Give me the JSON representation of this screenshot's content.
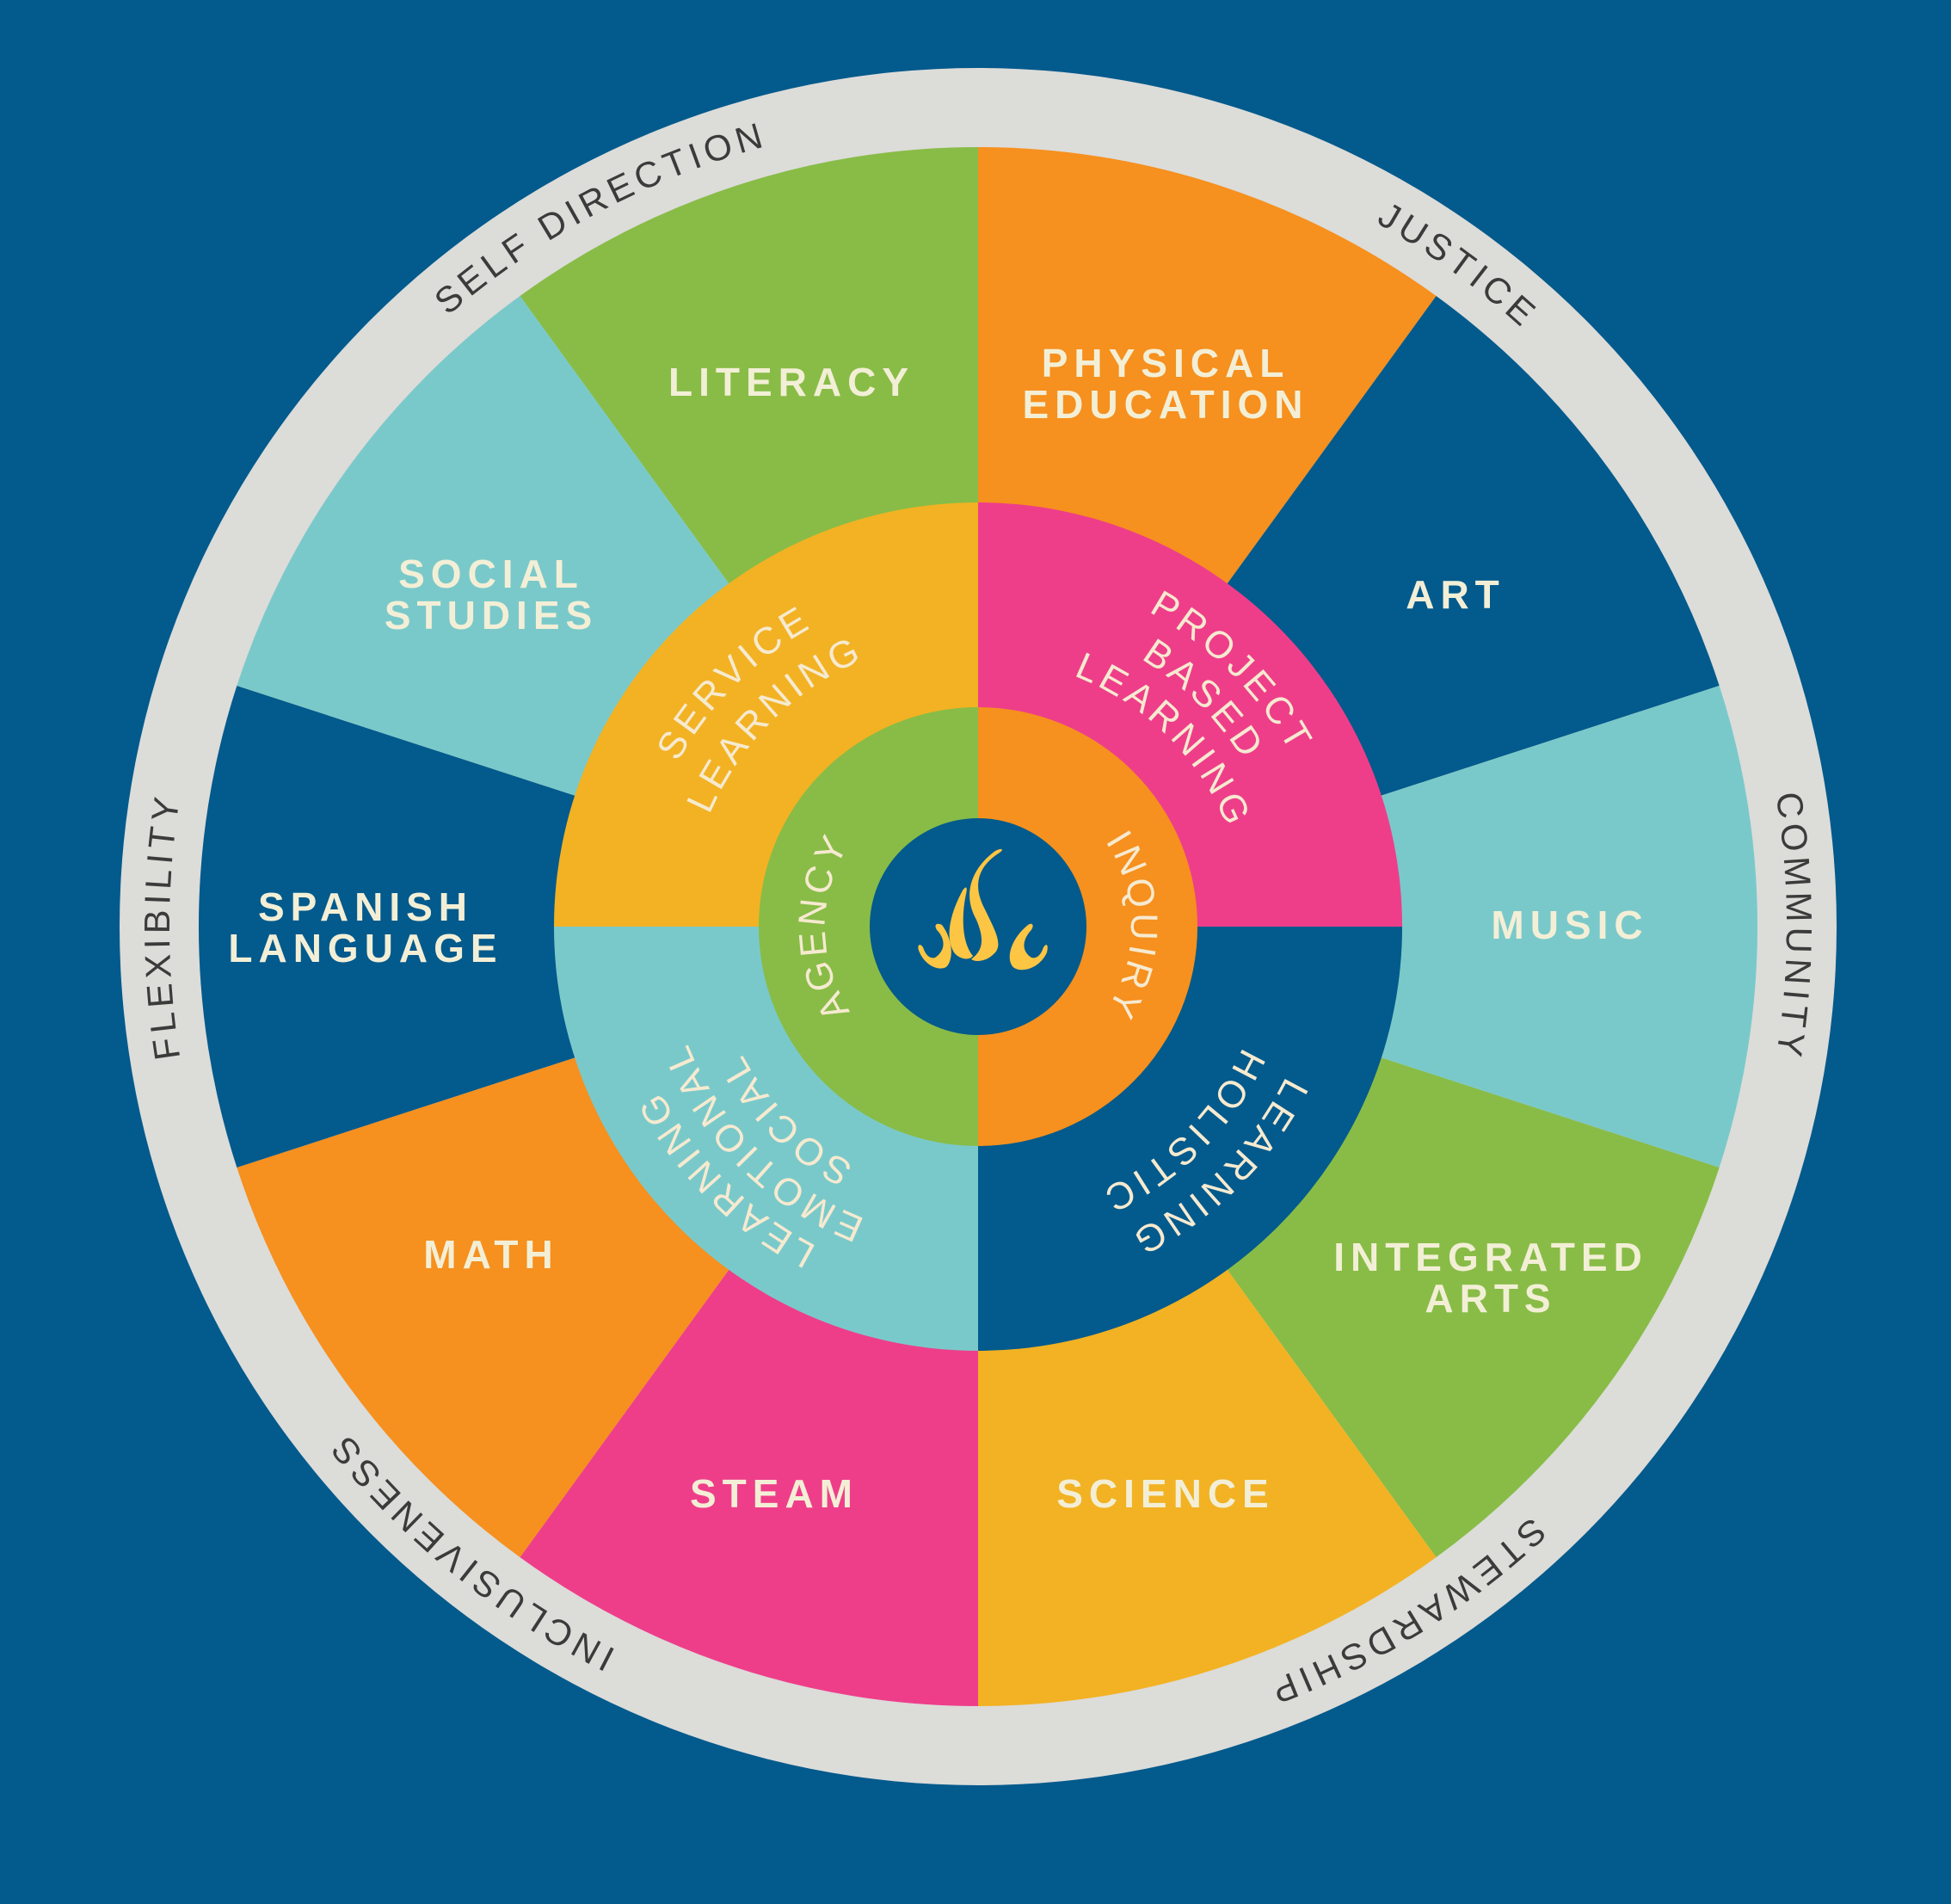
{
  "colors": {
    "background": "#035a8c",
    "ring": "#dcdcd9",
    "orange": "#f6901e",
    "green": "#88bc47",
    "teal": "#7ac9ca",
    "pink": "#ee3e8a",
    "yellow": "#f2b223",
    "blue": "#035a8c",
    "flame": "#fcc543"
  },
  "values_ring": [
    "SELF DIRECTION",
    "JUSTICE",
    "COMMUNITY",
    "STEWARDSHIP",
    "INCLUSIVENESS",
    "FLEXIBILITY"
  ],
  "subjects": [
    {
      "lines": [
        "PHYSICAL",
        "EDUCATION"
      ],
      "color": "#f6901e"
    },
    {
      "lines": [
        "ART"
      ],
      "color": "#035a8c"
    },
    {
      "lines": [
        "MUSIC"
      ],
      "color": "#7ac9ca"
    },
    {
      "lines": [
        "INTEGRATED",
        "ARTS"
      ],
      "color": "#88bc47"
    },
    {
      "lines": [
        "SCIENCE"
      ],
      "color": "#f2b223"
    },
    {
      "lines": [
        "STEAM"
      ],
      "color": "#ee3e8a"
    },
    {
      "lines": [
        "MATH"
      ],
      "color": "#f6901e"
    },
    {
      "lines": [
        "SPANISH",
        "LANGUAGE"
      ],
      "color": "#035a8c"
    },
    {
      "lines": [
        "SOCIAL",
        "STUDIES"
      ],
      "color": "#7ac9ca"
    },
    {
      "lines": [
        "LITERACY"
      ],
      "color": "#88bc47"
    }
  ],
  "approaches": [
    {
      "lines": [
        "PROJECT",
        "BASED",
        "LEARNING"
      ],
      "color": "#ee3e8a"
    },
    {
      "lines": [
        "HOLISTIC",
        "LEARNING"
      ],
      "color": "#035a8c"
    },
    {
      "lines": [
        "SOCIAL",
        "EMOTIONAL",
        "LEARNING"
      ],
      "color": "#7ac9ca"
    },
    {
      "lines": [
        "SERVICE",
        "LEARNING"
      ],
      "color": "#f2b223"
    }
  ],
  "core": [
    {
      "label": "INQUIRY",
      "color": "#f6901e"
    },
    {
      "label": "AGENCY",
      "color": "#88bc47"
    }
  ],
  "center_icon": "flame-icon"
}
